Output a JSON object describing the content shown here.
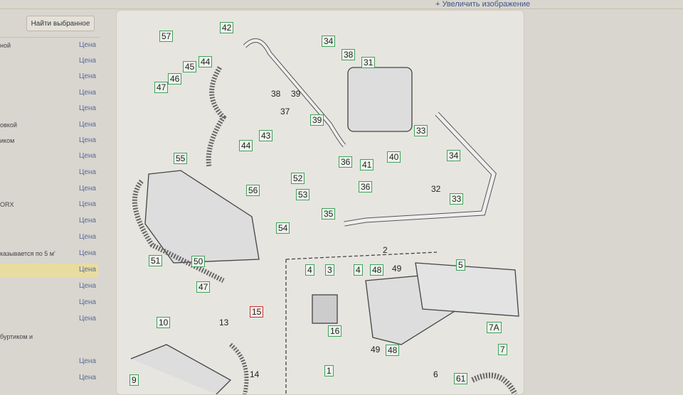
{
  "header": {
    "enlarge_link": "+ Увеличить изображение",
    "find_button": "Найти выбранное"
  },
  "sidebar": {
    "rows": [
      {
        "text": "ной",
        "price": "Цена"
      },
      {
        "text": "",
        "price": "Цена"
      },
      {
        "text": "",
        "price": "Цена"
      },
      {
        "text": "",
        "price": "Цена"
      },
      {
        "text": "",
        "price": "Цена"
      },
      {
        "text": "овкой",
        "price": "Цена"
      },
      {
        "text": "иком",
        "price": "Цена"
      },
      {
        "text": "",
        "price": "Цена"
      },
      {
        "text": "",
        "price": "Цена"
      },
      {
        "text": "",
        "price": "Цена"
      },
      {
        "text": "ORX",
        "price": "Цена"
      },
      {
        "text": "",
        "price": "Цена"
      },
      {
        "text": "",
        "price": "Цена"
      },
      {
        "text": "казывается по 5 м'",
        "price": "Цена"
      },
      {
        "text": "",
        "price": "Цена"
      },
      {
        "text": "",
        "price": "Цена"
      },
      {
        "text": "",
        "price": "Цена"
      },
      {
        "text": "",
        "price": "Цена"
      },
      {
        "text": "буртиком и",
        "price": ""
      },
      {
        "text": "",
        "price": "Цена"
      },
      {
        "text": "",
        "price": "Цена"
      }
    ]
  },
  "diagram": {
    "callouts": [
      "57",
      "42",
      "34",
      "38",
      "31",
      "45",
      "44",
      "46",
      "47",
      "38",
      "39",
      "37",
      "39",
      "43",
      "44",
      "33",
      "55",
      "36",
      "41",
      "40",
      "34",
      "52",
      "53",
      "56",
      "32",
      "33",
      "36",
      "35",
      "54",
      "51",
      "50",
      "47",
      "2",
      "4",
      "3",
      "4",
      "48",
      "49",
      "5",
      "7A",
      "7",
      "16",
      "49",
      "48",
      "6",
      "1",
      "10",
      "13",
      "15",
      "14",
      "9",
      "61"
    ]
  }
}
